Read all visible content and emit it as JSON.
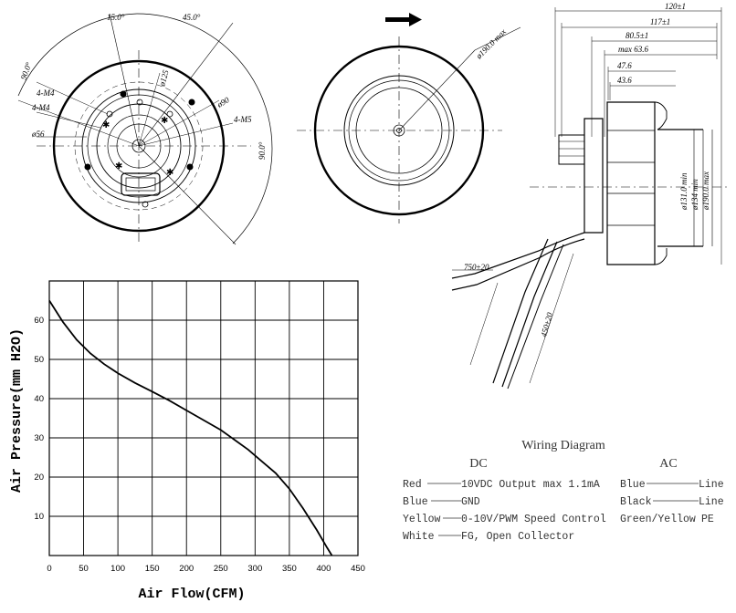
{
  "front_view": {
    "angle_labels": [
      "15.0°",
      "45.0°",
      "90.0°",
      "90.0°"
    ],
    "labels": [
      "4-M4",
      "4-M4",
      "ø125",
      "ø90",
      "ø56",
      "4-M5"
    ]
  },
  "side_view": {
    "diameter_label": "ø190.0 max"
  },
  "profile_view": {
    "dims": [
      "120±1",
      "117±1",
      "80.5±1",
      "max 63.6",
      "47.6",
      "43.6"
    ],
    "vertical_dims": [
      "ø131.0 min",
      "ø134 min",
      "ø190.0 max"
    ],
    "cable_dims": [
      "750±20",
      "450±20"
    ]
  },
  "chart_data": {
    "type": "line",
    "xlabel": "Air Flow(CFM)",
    "ylabel": "Air Pressure(mm H2O)",
    "xlim": [
      0,
      450
    ],
    "ylim": [
      0,
      70
    ],
    "xticks": [
      0,
      50,
      100,
      150,
      200,
      250,
      300,
      350,
      400,
      450
    ],
    "yticks": [
      10,
      20,
      30,
      40,
      50,
      60
    ],
    "grid": true,
    "series": [
      {
        "x": [
          0,
          20,
          40,
          60,
          80,
          100,
          125,
          150,
          175,
          200,
          225,
          250,
          270,
          290,
          310,
          330,
          350,
          370,
          390,
          405,
          412
        ],
        "y": [
          65,
          59.5,
          55,
          51.5,
          48.8,
          46.5,
          44,
          41.8,
          39.5,
          37,
          34.5,
          32,
          29.5,
          27,
          24,
          21,
          17,
          12,
          6.5,
          2,
          0
        ]
      }
    ]
  },
  "wiring": {
    "title": "Wiring Diagram",
    "dc": {
      "header": "DC",
      "rows": [
        {
          "color": "Red",
          "desc": "10VDC Output max 1.1mA"
        },
        {
          "color": "Blue",
          "desc": "GND"
        },
        {
          "color": "Yellow",
          "desc": "0-10V/PWM Speed Control"
        },
        {
          "color": "White",
          "desc": "FG, Open Collector"
        }
      ]
    },
    "ac": {
      "header": "AC",
      "rows": [
        {
          "color": "Blue",
          "desc": "Line"
        },
        {
          "color": "Black",
          "desc": "Line"
        },
        {
          "color": "Green/Yellow",
          "desc": "PE"
        }
      ]
    }
  }
}
